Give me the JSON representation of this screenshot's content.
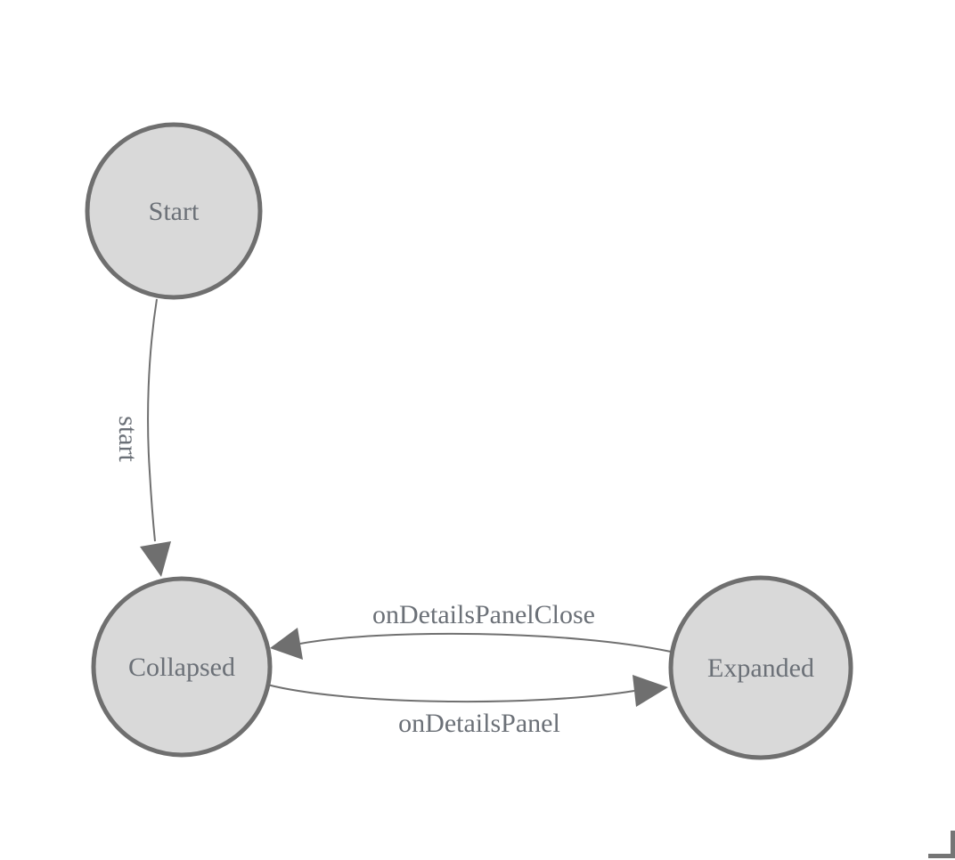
{
  "diagram": {
    "type": "state-machine",
    "background_color": "#ffffff",
    "node_fill_color": "#d9d9d9",
    "node_border_color": "#6f6f6f",
    "edge_line_color": "#707070",
    "label_text_color": "#6b7077",
    "nodes": [
      {
        "id": "start",
        "label": "Start"
      },
      {
        "id": "collapsed",
        "label": "Collapsed"
      },
      {
        "id": "expanded",
        "label": "Expanded"
      }
    ],
    "edges": [
      {
        "from": "Start",
        "to": "Collapsed",
        "label": "start",
        "label_orientation": "vertical"
      },
      {
        "from": "Expanded",
        "to": "Collapsed",
        "label": "onDetailsPanelClose",
        "label_orientation": "horizontal"
      },
      {
        "from": "Collapsed",
        "to": "Expanded",
        "label": "onDetailsPanel",
        "label_orientation": "horizontal"
      }
    ]
  }
}
